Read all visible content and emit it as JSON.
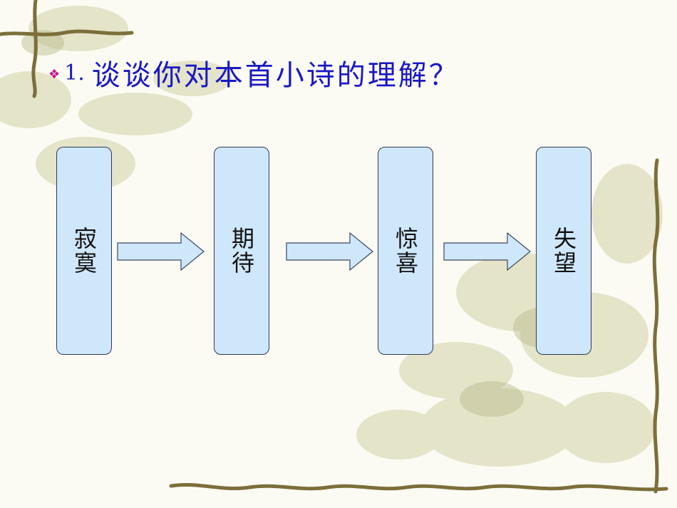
{
  "slide": {
    "title": {
      "bullet_icon": "diamond-bullet-icon",
      "number": "1.",
      "text": "谈谈你对本首小诗的理解？"
    },
    "stages": [
      {
        "label": "寂寞"
      },
      {
        "label": "期待"
      },
      {
        "label": "惊喜"
      },
      {
        "label": "失望"
      }
    ],
    "arrow_icon": "right-arrow-icon"
  },
  "colors": {
    "title": "#1a18c4",
    "bullet": "#c0168a",
    "box_fill": "#cfe7fb",
    "box_border": "#2f3a52",
    "background": "#fbfbf3",
    "vine": "#7d6e3a",
    "foliage": "#c9c89a"
  }
}
